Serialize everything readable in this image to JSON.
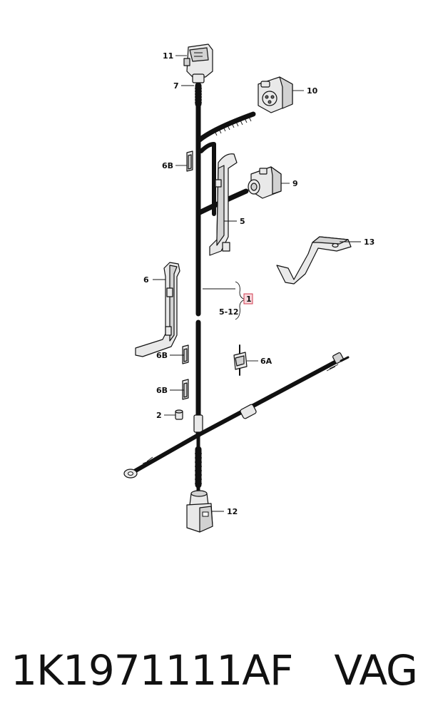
{
  "callouts": {
    "c1": "1",
    "c2": "2",
    "c5": "5",
    "c5_12": "5-12",
    "c6": "6",
    "c6A": "6A",
    "c6B_a": "6B",
    "c6B_b": "6B",
    "c6B_c": "6B",
    "c7": "7",
    "c9": "9",
    "c10": "10",
    "c11": "11",
    "c12": "12",
    "c13": "13"
  },
  "caption": {
    "part_number": "1K1971111AF",
    "brand": "VAG"
  },
  "colors": {
    "callout_box_fill": "#f8d7dc",
    "callout_box_stroke": "#d23c50"
  }
}
